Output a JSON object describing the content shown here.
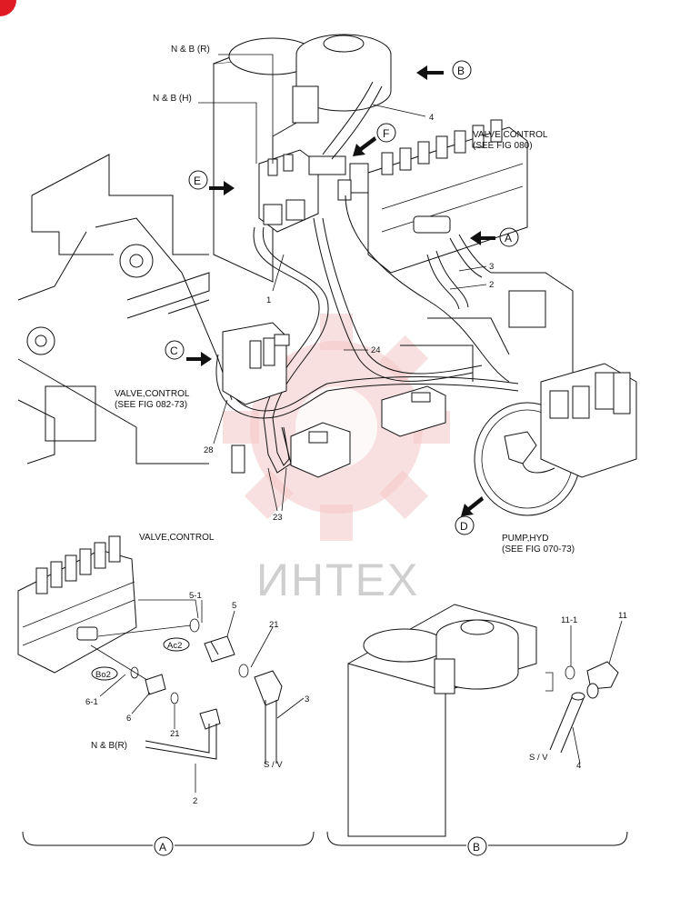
{
  "watermark": "ИНТЕХ",
  "callouts": {
    "A": "A",
    "B": "B",
    "C": "C",
    "D": "D",
    "E": "E",
    "F": "F"
  },
  "labels": {
    "nb_r": "N & B (R)",
    "nb_h": "N & B (H)",
    "valve_control_top": "VALVE,CONTROL",
    "see_fig_080": "(SEE FIG 080)",
    "valve_control_left": "VALVE,CONTROL",
    "see_fig_082": "(SEE FIG 082-73)",
    "pump_hyd": "PUMP,HYD",
    "see_fig_070": "(SEE FIG 070-73)",
    "valve_control_detail": "VALVE,CONTROL",
    "ac2": "Ac2",
    "bo2": "Bo2",
    "nb_r_detail": "N & B(R)",
    "sv_a": "S / V",
    "sv_b": "S / V"
  },
  "part_numbers": {
    "p4_top": "4",
    "p3_top": "3",
    "p2_top": "2",
    "p1": "1",
    "p24": "24",
    "p28": "28",
    "p23": "23",
    "p5_1": "5-1",
    "p5": "5",
    "p21_a": "21",
    "p3_detail": "3",
    "p6_1": "6-1",
    "p6": "6",
    "p21_b": "21",
    "p2_detail": "2",
    "p11_1": "11-1",
    "p11": "11",
    "p4_detail": "4"
  },
  "section_marks": {
    "a": "A",
    "b": "B"
  },
  "icons": [
    "arrow-icon",
    "callout-circle-icon",
    "gear-watermark-icon"
  ]
}
